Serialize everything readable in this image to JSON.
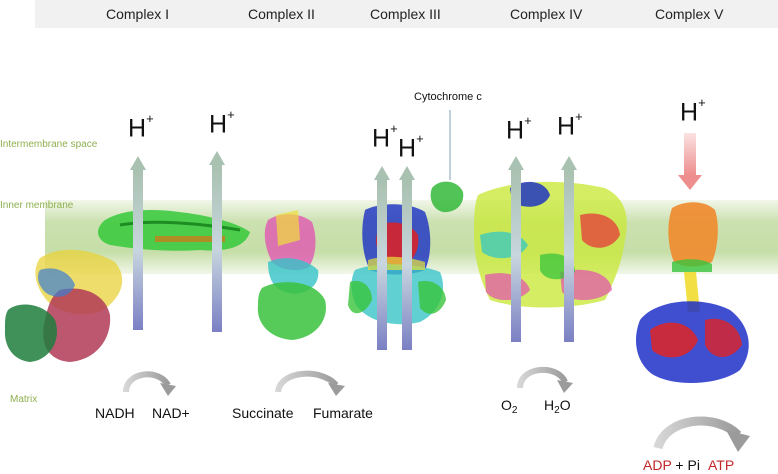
{
  "header": {
    "complexes": [
      "Complex I",
      "Complex II",
      "Complex III",
      "Complex IV",
      "Complex V"
    ]
  },
  "regions": {
    "intermembrane": "Intermembrane space",
    "inner_membrane": "Inner membrane",
    "matrix": "Matrix"
  },
  "proton": {
    "symbol": "H",
    "charge": "+"
  },
  "cytochrome": "Cytochrome c",
  "reactions": {
    "complex1": {
      "substrate": "NADH",
      "product": "NAD+"
    },
    "complex2": {
      "substrate": "Succinate",
      "product": "Fumarate"
    },
    "complex4": {
      "substrate_base": "O",
      "substrate_sub": "2",
      "product_base": "H",
      "product_sub": "2",
      "product_tail": "O"
    },
    "complex5": {
      "substrate": "ADP",
      "plus": " + Pi",
      "product": "ATP"
    }
  },
  "colors": {
    "membrane": "#a8cf7c",
    "region_label": "#8fb050",
    "arrow_top": "#a9c1b0",
    "arrow_bottom": "#7b80c4",
    "atp_red": "#c0282a",
    "proton_in_arrow": "#f29a9a"
  }
}
